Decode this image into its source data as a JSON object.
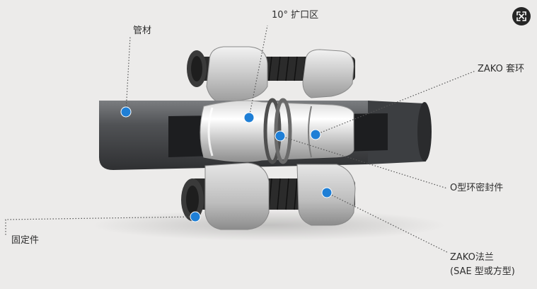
{
  "labels": {
    "pipe": "管材",
    "flare_zone": "10° 扩口区",
    "zako_ring": "ZAKO 套环",
    "o_ring_seal": "O型环密封件",
    "fixing_part": "固定件",
    "zako_flange": "ZAKO法兰",
    "zako_flange_sub": "(SAE 型或方型)"
  },
  "icons": {
    "expand": "expand-icon"
  },
  "colors": {
    "background": "#ecebea",
    "pipe": "#4a4c4f",
    "marker": "#1f7fd6",
    "leader_line": "#555555"
  }
}
